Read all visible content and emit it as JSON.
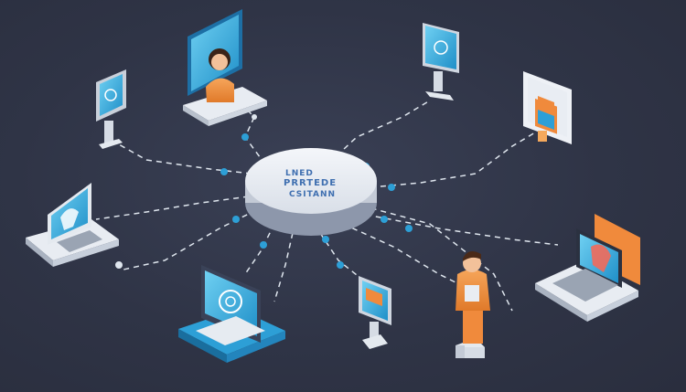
{
  "hub": {
    "line1": "LNED",
    "line2": "PRRTEDE",
    "line3": "CSITANN"
  },
  "colors": {
    "background": "#2f3446",
    "accent_blue": "#2d9fd6",
    "accent_orange": "#f08a3c",
    "hub_surface": "#e9edf3",
    "connector": "#dfe6ee"
  },
  "icons": [
    "person-at-monitor-icon",
    "monitor-icon",
    "laptop-icon",
    "standing-person-icon",
    "network-hub-icon"
  ]
}
